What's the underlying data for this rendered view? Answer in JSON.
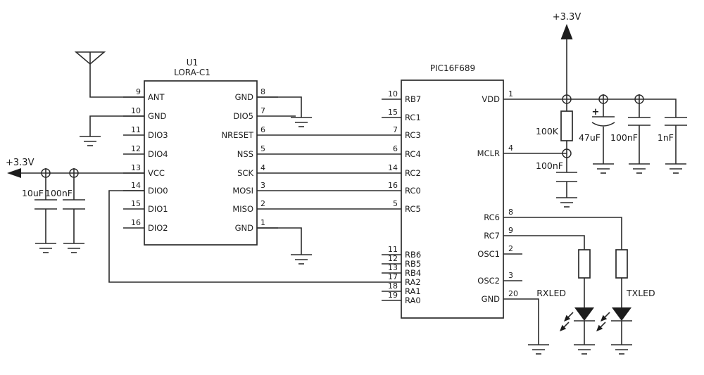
{
  "schematic": {
    "lora": {
      "ref": "U1",
      "part": "LORA-C1",
      "left_pins": [
        {
          "num": "9",
          "name": "ANT"
        },
        {
          "num": "10",
          "name": "GND"
        },
        {
          "num": "11",
          "name": "DIO3"
        },
        {
          "num": "12",
          "name": "DIO4"
        },
        {
          "num": "13",
          "name": "VCC"
        },
        {
          "num": "14",
          "name": "DIO0"
        },
        {
          "num": "15",
          "name": "DIO1"
        },
        {
          "num": "16",
          "name": "DIO2"
        }
      ],
      "right_pins": [
        {
          "num": "8",
          "name": "GND"
        },
        {
          "num": "7",
          "name": "DIO5"
        },
        {
          "num": "6",
          "name": "NRESET"
        },
        {
          "num": "5",
          "name": "NSS"
        },
        {
          "num": "4",
          "name": "SCK"
        },
        {
          "num": "3",
          "name": "MOSI"
        },
        {
          "num": "2",
          "name": "MISO"
        },
        {
          "num": "1",
          "name": "GND"
        }
      ]
    },
    "pic": {
      "part": "PIC16F689",
      "left_pins": [
        {
          "num": "10",
          "name": "RB7"
        },
        {
          "num": "15",
          "name": "RC1"
        },
        {
          "num": "7",
          "name": "RC3"
        },
        {
          "num": "6",
          "name": "RC4"
        },
        {
          "num": "14",
          "name": "RC2"
        },
        {
          "num": "16",
          "name": "RC0"
        },
        {
          "num": "5",
          "name": "RC5"
        },
        {
          "num": "11",
          "name": "RB6"
        },
        {
          "num": "12",
          "name": "RB5"
        },
        {
          "num": "13",
          "name": "RB4"
        },
        {
          "num": "17",
          "name": "RA2"
        },
        {
          "num": "18",
          "name": "RA1"
        },
        {
          "num": "19",
          "name": "RA0"
        }
      ],
      "right_pins": [
        {
          "num": "1",
          "name": "VDD"
        },
        {
          "num": "4",
          "name": "MCLR"
        },
        {
          "num": "8",
          "name": "RC6"
        },
        {
          "num": "9",
          "name": "RC7"
        },
        {
          "num": "2",
          "name": "OSC1"
        },
        {
          "num": "3",
          "name": "OSC2"
        },
        {
          "num": "20",
          "name": "GND"
        }
      ]
    },
    "power": {
      "rail_left_label": "+3.3V",
      "rail_top_label": "+3.3V"
    },
    "components": {
      "cap_bypass_left_1": {
        "value": "10uF"
      },
      "cap_bypass_left_2": {
        "value": "100nF"
      },
      "res_mclr_pullup": {
        "value": "100K"
      },
      "cap_mclr": {
        "value": "100nF"
      },
      "cap_bulk": {
        "value": "47uF",
        "polarity": "+"
      },
      "cap_bypass_right": {
        "value": "100nF"
      },
      "cap_hf": {
        "value": "1nF"
      },
      "led_rx": {
        "label": "RXLED"
      },
      "led_tx": {
        "label": "TXLED"
      }
    },
    "colors": {
      "ink": "#2b2b2b",
      "background": "#ffffff"
    }
  }
}
